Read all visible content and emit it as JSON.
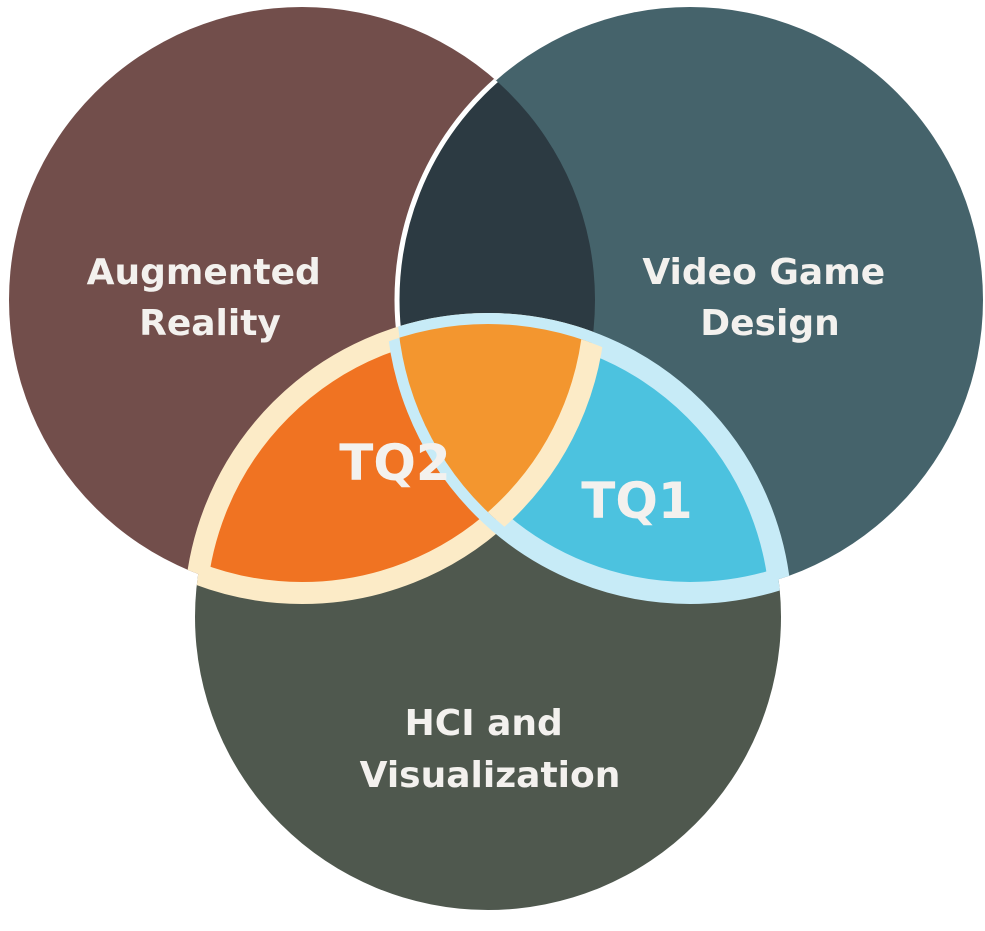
{
  "diagram": {
    "type": "venn",
    "circles": {
      "augmented_reality": {
        "lines": [
          "Augmented",
          "Reality"
        ],
        "color": "#724e4b"
      },
      "video_game_design": {
        "lines": [
          "Video Game",
          "Design"
        ],
        "color": "#45636b"
      },
      "hci_visualization": {
        "lines": [
          "HCI and",
          "Visualization"
        ],
        "color": "#4f584e"
      }
    },
    "intersections": {
      "ar_vgd": {
        "color": "#2c3a42"
      },
      "ar_hci": {
        "label": "TQ2",
        "fill": "#f07322",
        "border": "#fcebc7"
      },
      "vgd_hci": {
        "label": "TQ1",
        "fill": "#4cc2df",
        "border": "#c7ebf7"
      },
      "center": {
        "fill": "#f3962f"
      }
    }
  }
}
